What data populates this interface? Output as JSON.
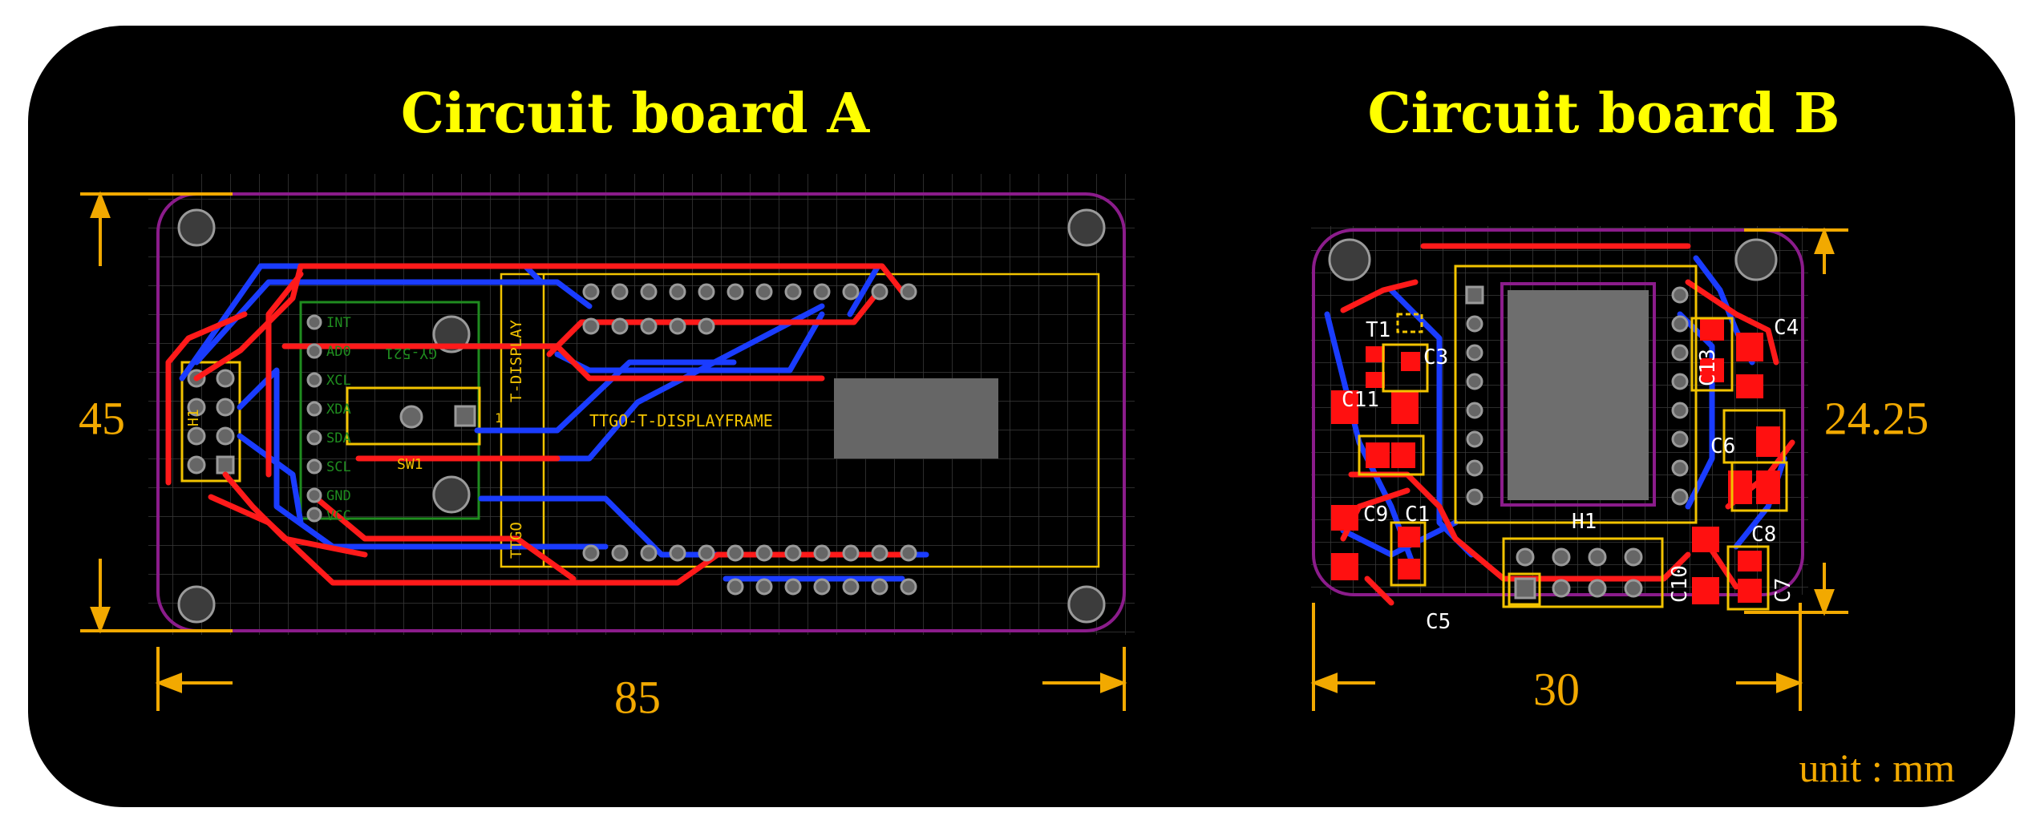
{
  "boards": {
    "a": {
      "title": "Circuit board A",
      "width_label": "85",
      "height_label": "45",
      "labels": {
        "h1": "H1",
        "sw1": "SW1",
        "frame": "TTGO-T-DISPLAYFRAME",
        "tdisplay": "T-DISPLAY",
        "ttgo": "TTGO",
        "module": "GY-521",
        "pin1": "1",
        "pins": [
          "INT",
          "AD0",
          "XCL",
          "XDA",
          "SDA",
          "SCL",
          "GND",
          "VCC"
        ]
      }
    },
    "b": {
      "title": "Circuit board B",
      "width_label": "30",
      "height_label": "24.25",
      "labels": {
        "t1": "T1",
        "c1": "C1",
        "c3": "C3",
        "c4": "C4",
        "c5": "C5",
        "c6": "C6",
        "c7": "C7",
        "c8": "C8",
        "c9": "C9",
        "c10": "C10",
        "c11": "C11",
        "c13": "C13",
        "h1": "H1"
      }
    }
  },
  "unit_label": "unit : mm",
  "colors": {
    "background": "#000000",
    "title": "#ffff00",
    "dimension": "#f2a900",
    "outline": "#8b1c8b",
    "top_trace": "#ff1a1a",
    "bottom_trace": "#1a3cff",
    "silkscreen": "#f2c300",
    "pad": "#9a9a9a",
    "module_outline": "#1f8c1f"
  }
}
